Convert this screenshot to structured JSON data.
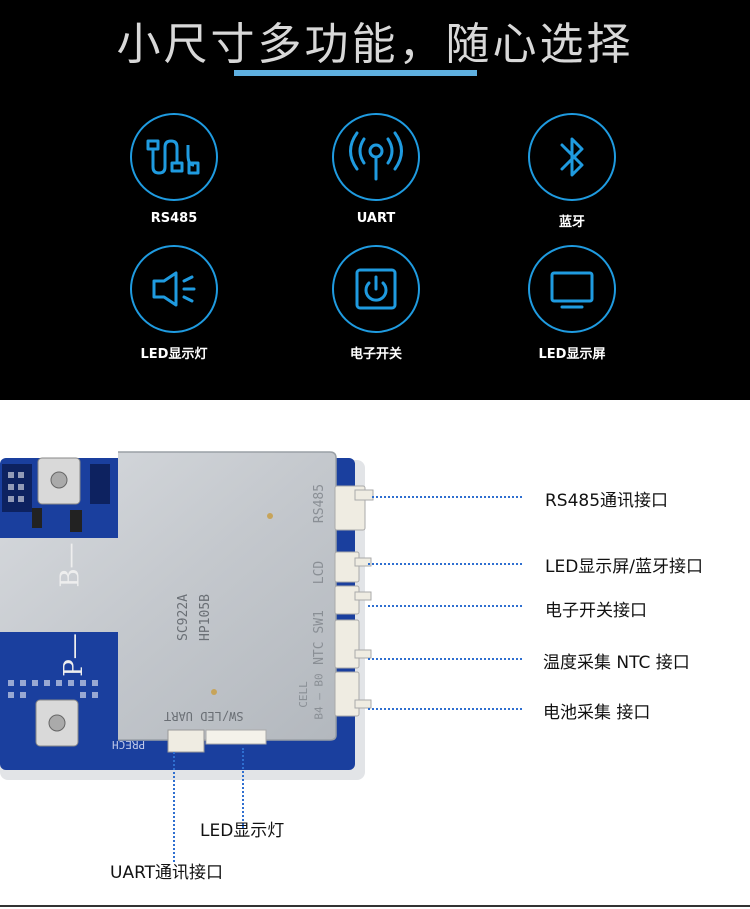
{
  "headline": "小尺寸多功能，随心选择",
  "features": [
    {
      "label": "RS485",
      "icon": "rs485-connector-icon"
    },
    {
      "label": "UART",
      "icon": "signal-antenna-icon"
    },
    {
      "label": "蓝牙",
      "icon": "bluetooth-icon"
    },
    {
      "label": "LED显示灯",
      "icon": "led-light-icon"
    },
    {
      "label": "电子开关",
      "icon": "power-switch-icon"
    },
    {
      "label": "LED显示屏",
      "icon": "monitor-icon"
    }
  ],
  "board": {
    "model_line1": "SC922A",
    "model_line2": "HP105B",
    "silk_rs485": "RS485",
    "silk_lcd": "LCD",
    "silk_ntc_sw": "NTC SW1",
    "silk_cell": "CELL",
    "silk_cell2": "B4 — B0",
    "silk_swled_uart": "SW/LED UART",
    "silk_prech": "PRECH",
    "silk_b": "B—",
    "silk_p": "P—"
  },
  "callouts": {
    "rs485": "RS485通讯接口",
    "led_bt": "LED显示屏/蓝牙接口",
    "switch": "电子开关接口",
    "ntc": "温度采集 NTC 接口",
    "cell": "电池采集 接口",
    "led_light": "LED显示灯",
    "uart": "UART通讯接口"
  },
  "colors": {
    "accent": "#1f9be0",
    "underline": "#5fb0e0",
    "pcb_blue": "#1a3f9e",
    "heatsink": "#c9cdd2",
    "dotted_line": "#2f6fd0"
  }
}
